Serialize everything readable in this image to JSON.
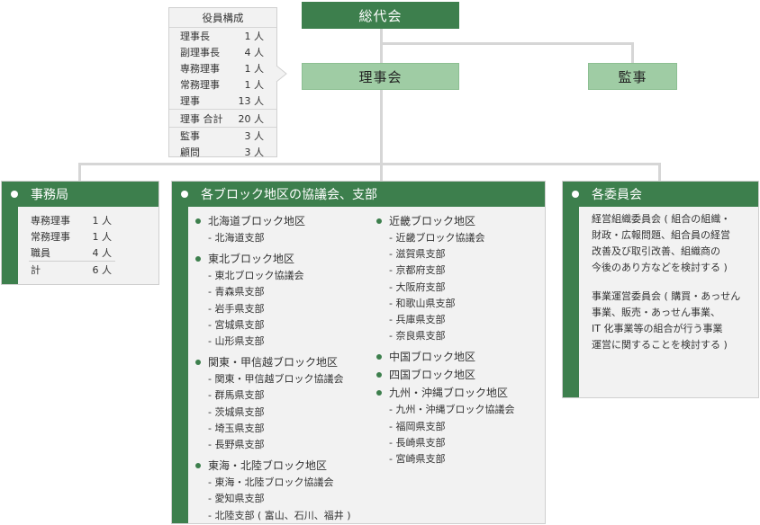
{
  "top": {
    "general_assembly": "総代会",
    "board": "理事会",
    "auditor": "監事"
  },
  "officers": {
    "title": "役員構成",
    "rows": [
      {
        "role": "理事長",
        "count": "1 人"
      },
      {
        "role": "副理事長",
        "count": "4 人"
      },
      {
        "role": "専務理事",
        "count": "1 人"
      },
      {
        "role": "常務理事",
        "count": "1 人"
      },
      {
        "role": "理事",
        "count": "13 人"
      },
      {
        "role": "理事 合計",
        "count": "20 人"
      },
      {
        "role": "監事",
        "count": "3 人"
      },
      {
        "role": "顧問",
        "count": "3 人"
      }
    ]
  },
  "secretariat": {
    "title": "事務局",
    "rows": [
      {
        "role": "専務理事",
        "count": "1 人"
      },
      {
        "role": "常務理事",
        "count": "1 人"
      },
      {
        "role": "職員",
        "count": "4 人"
      },
      {
        "role": "計",
        "count": "6 人"
      }
    ]
  },
  "blocks": {
    "title": "各ブロック地区の協議会、支部",
    "left": [
      {
        "name": "北海道ブロック地区",
        "subs": [
          "- 北海道支部"
        ]
      },
      {
        "name": "東北ブロック地区",
        "subs": [
          "- 東北ブロック協議会",
          "- 青森県支部",
          "- 岩手県支部",
          "- 宮城県支部",
          "- 山形県支部"
        ]
      },
      {
        "name": "関東・甲信越ブロック地区",
        "subs": [
          "- 関東・甲信越ブロック協議会",
          "- 群馬県支部",
          "- 茨城県支部",
          "- 埼玉県支部",
          "- 長野県支部"
        ]
      },
      {
        "name": "東海・北陸ブロック地区",
        "subs": [
          "- 東海・北陸ブロック協議会",
          "- 愛知県支部",
          "- 北陸支部 ( 富山、石川、福井 )"
        ]
      }
    ],
    "right": [
      {
        "name": "近畿ブロック地区",
        "subs": [
          "- 近畿ブロック協議会",
          "- 滋賀県支部",
          "- 京都府支部",
          "- 大阪府支部",
          "- 和歌山県支部",
          "- 兵庫県支部",
          "- 奈良県支部"
        ]
      },
      {
        "name": "中国ブロック地区",
        "subs": []
      },
      {
        "name": "四国ブロック地区",
        "subs": []
      },
      {
        "name": "九州・沖縄ブロック地区",
        "subs": [
          "- 九州・沖縄ブロック協議会",
          "- 福岡県支部",
          "- 長崎県支部",
          "- 宮崎県支部"
        ]
      }
    ]
  },
  "committees": {
    "title": "各委員会",
    "items": [
      [
        "経営組織委員会 ( 組合の組織・",
        "財政・広報問題、組合員の経営",
        "改善及び取引改善、組織商の",
        "今後のあり方などを検討する )"
      ],
      [
        "事業運営委員会 ( 購買・あっせん",
        "事業、販売・あっせん事業、",
        "IT 化事業等の組合が行う事業",
        "運営に関することを検討する )"
      ]
    ]
  },
  "colors": {
    "dark_green": "#3d7f4d",
    "light_green": "#9fcca4",
    "panel_bg": "#f2f2f2",
    "connector": "#d6d6d6"
  }
}
